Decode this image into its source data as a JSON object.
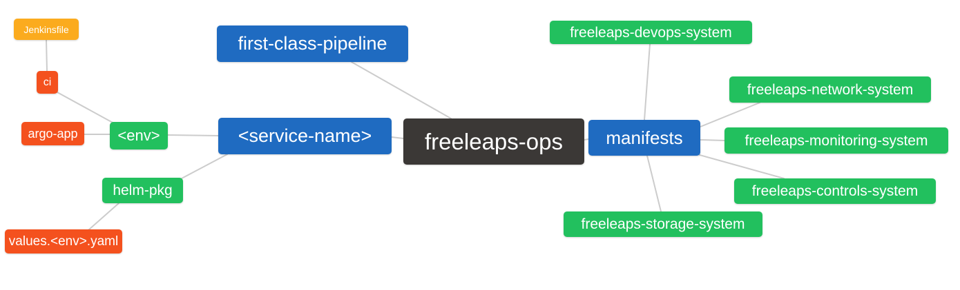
{
  "diagram": {
    "type": "mindmap",
    "colors": {
      "root": "#3b3836",
      "blue": "#1f6bc1",
      "green": "#22c05e",
      "orange": "#fbab1e",
      "red": "#f4511e",
      "connector": "#cccccc",
      "text": "#ffffff"
    },
    "nodes": {
      "freeleaps_ops": {
        "label": "freeleaps-ops",
        "color": "root"
      },
      "first_class_pipeline": {
        "label": "first-class-pipeline",
        "color": "blue"
      },
      "service_name": {
        "label": "<service-name>",
        "color": "blue"
      },
      "manifests": {
        "label": "manifests",
        "color": "blue"
      },
      "env": {
        "label": "<env>",
        "color": "green"
      },
      "helm_pkg": {
        "label": "helm-pkg",
        "color": "green"
      },
      "ci": {
        "label": "ci",
        "color": "red"
      },
      "argo_app": {
        "label": "argo-app",
        "color": "red"
      },
      "jenkinsfile": {
        "label": "Jenkinsfile",
        "color": "orange"
      },
      "values_env_yaml": {
        "label": "values.<env>.yaml",
        "color": "red"
      },
      "devops_system": {
        "label": "freeleaps-devops-system",
        "color": "green"
      },
      "network_system": {
        "label": "freeleaps-network-system",
        "color": "green"
      },
      "monitoring_system": {
        "label": "freeleaps-monitoring-system",
        "color": "green"
      },
      "controls_system": {
        "label": "freeleaps-controls-system",
        "color": "green"
      },
      "storage_system": {
        "label": "freeleaps-storage-system",
        "color": "green"
      }
    },
    "edges": [
      [
        "jenkinsfile",
        "ci"
      ],
      [
        "ci",
        "env"
      ],
      [
        "argo_app",
        "env"
      ],
      [
        "env",
        "service_name"
      ],
      [
        "service_name",
        "helm_pkg"
      ],
      [
        "helm_pkg",
        "values_env_yaml"
      ],
      [
        "first_class_pipeline",
        "freeleaps_ops"
      ],
      [
        "service_name",
        "freeleaps_ops"
      ],
      [
        "freeleaps_ops",
        "manifests"
      ],
      [
        "manifests",
        "devops_system"
      ],
      [
        "manifests",
        "network_system"
      ],
      [
        "manifests",
        "monitoring_system"
      ],
      [
        "manifests",
        "controls_system"
      ],
      [
        "manifests",
        "storage_system"
      ]
    ]
  }
}
